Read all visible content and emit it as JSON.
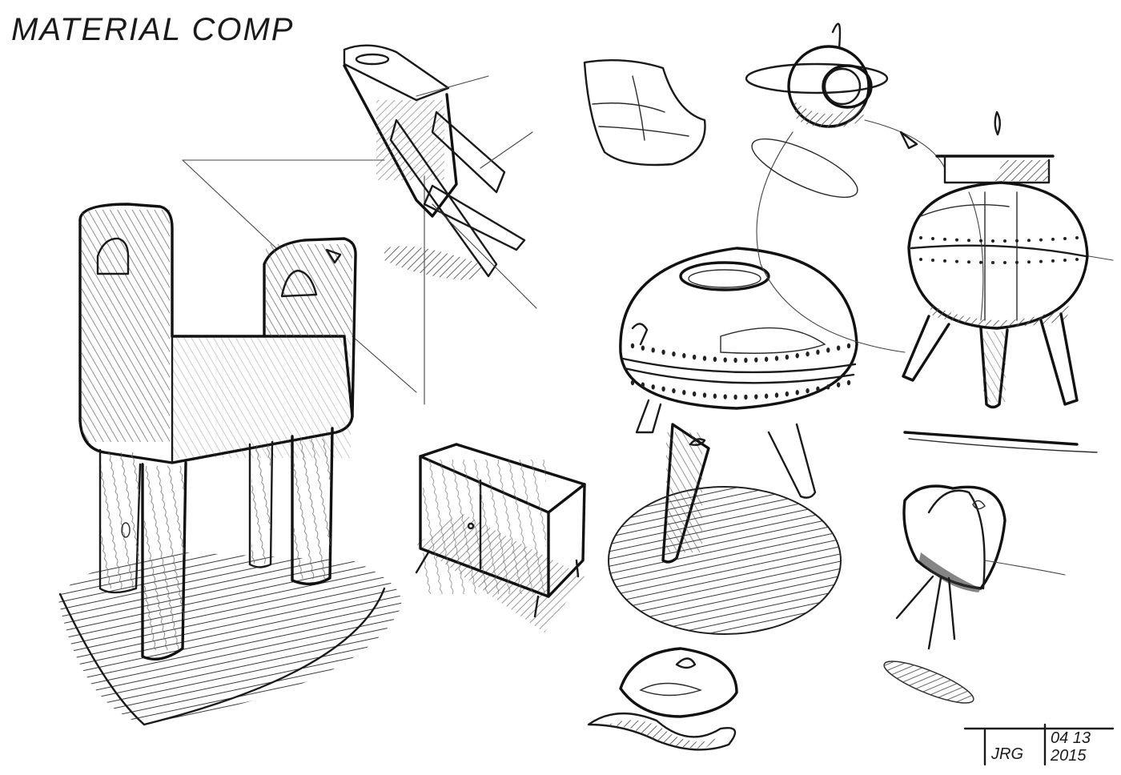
{
  "sheet": {
    "title": "MATERIAL COMP",
    "signature_initials": "JRG",
    "signature_date_line1": "04 13",
    "signature_date_line2": "2015"
  },
  "colors": {
    "paper": "#ffffff",
    "ink": "#1a1a1a"
  },
  "sketches": [
    "box-chair",
    "chair-leg-detail",
    "shell-seat",
    "media-cabinet",
    "spherical-stool",
    "sphere-detail",
    "spherical-side-table",
    "ribbon-chair",
    "organic-stool"
  ]
}
